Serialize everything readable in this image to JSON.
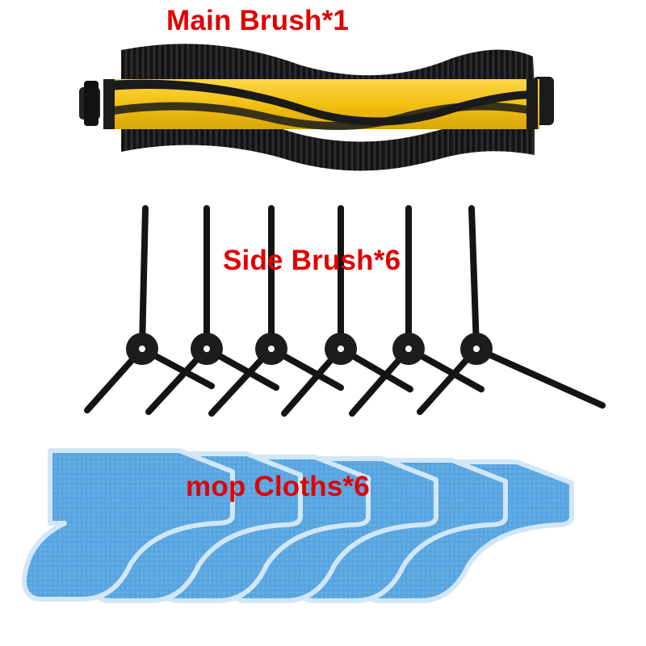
{
  "labels": {
    "main_brush": "Main Brush*1",
    "side_brush": "Side Brush*6",
    "mop_cloths": "mop Cloths*6"
  },
  "counts": {
    "main_brush": 1,
    "side_brush": 6,
    "mop_cloths": 6
  },
  "colors": {
    "label": "#e00000",
    "bristle": "#151515",
    "roller_core": "#f2c31a",
    "mop": "#5aa6e0",
    "mop_border": "#cfe6f8"
  }
}
